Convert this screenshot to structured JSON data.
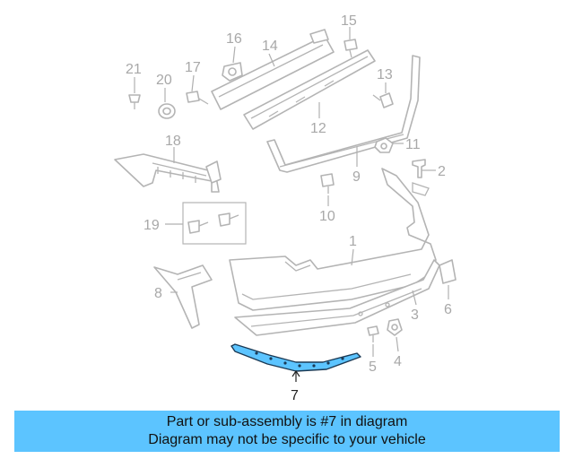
{
  "colors": {
    "highlight": "#5cc4ff",
    "part_outline": "#b4b4b4",
    "callout_text": "#a8a8a8",
    "highlight_callout": "#222222",
    "caption_background": "#5cc4ff"
  },
  "callouts": {
    "c1": "1",
    "c2": "2",
    "c3": "3",
    "c4": "4",
    "c5": "5",
    "c6": "6",
    "c7": "7",
    "c8": "8",
    "c9": "9",
    "c10": "10",
    "c11": "11",
    "c12": "12",
    "c13": "13",
    "c14": "14",
    "c15": "15",
    "c16": "16",
    "c17": "17",
    "c18": "18",
    "c19": "19",
    "c20": "20",
    "c21": "21"
  },
  "highlighted_part": "7",
  "caption": {
    "line1": "Part or sub-assembly is #7 in diagram",
    "line2": "Diagram may not be specific to your vehicle"
  }
}
